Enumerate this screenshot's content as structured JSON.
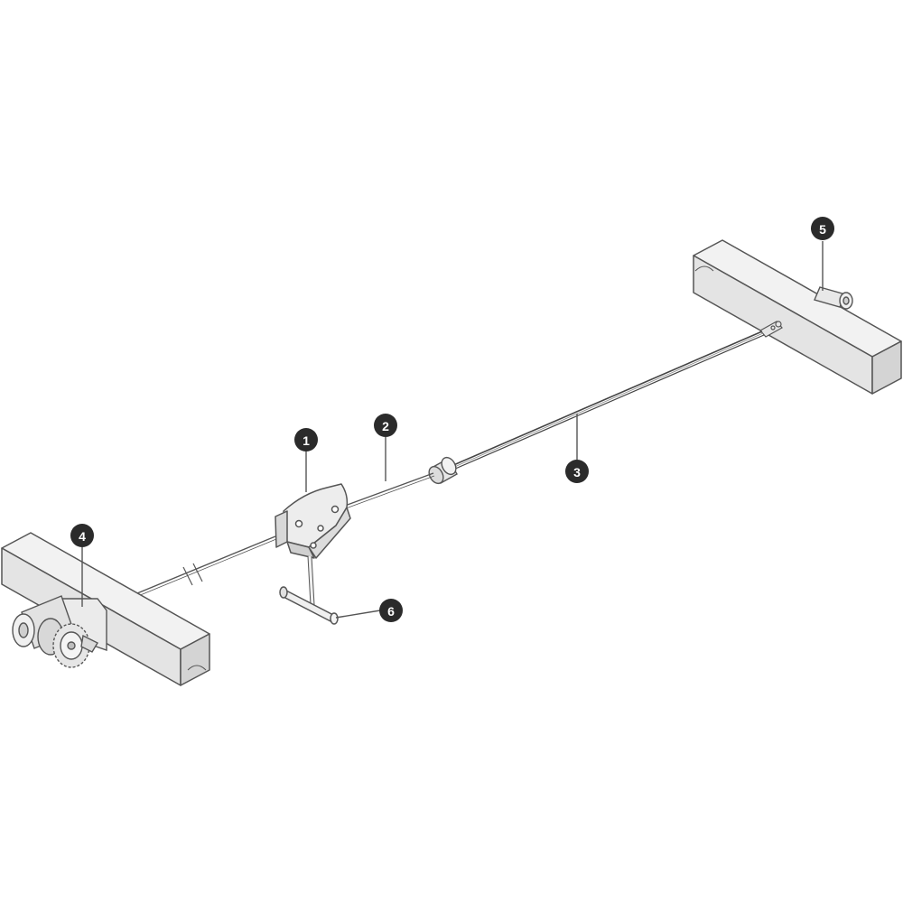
{
  "diagram": {
    "callouts": [
      {
        "id": "1",
        "label": "1"
      },
      {
        "id": "2",
        "label": "2"
      },
      {
        "id": "3",
        "label": "3"
      },
      {
        "id": "4",
        "label": "4"
      },
      {
        "id": "5",
        "label": "5"
      },
      {
        "id": "6",
        "label": "6"
      }
    ]
  },
  "colors": {
    "line": "#555555",
    "part_fill": "#ececec",
    "part_shade": "#d6d6d6",
    "callout_fill": "#2b2b2b",
    "callout_text": "#ffffff",
    "background": "#ffffff"
  }
}
